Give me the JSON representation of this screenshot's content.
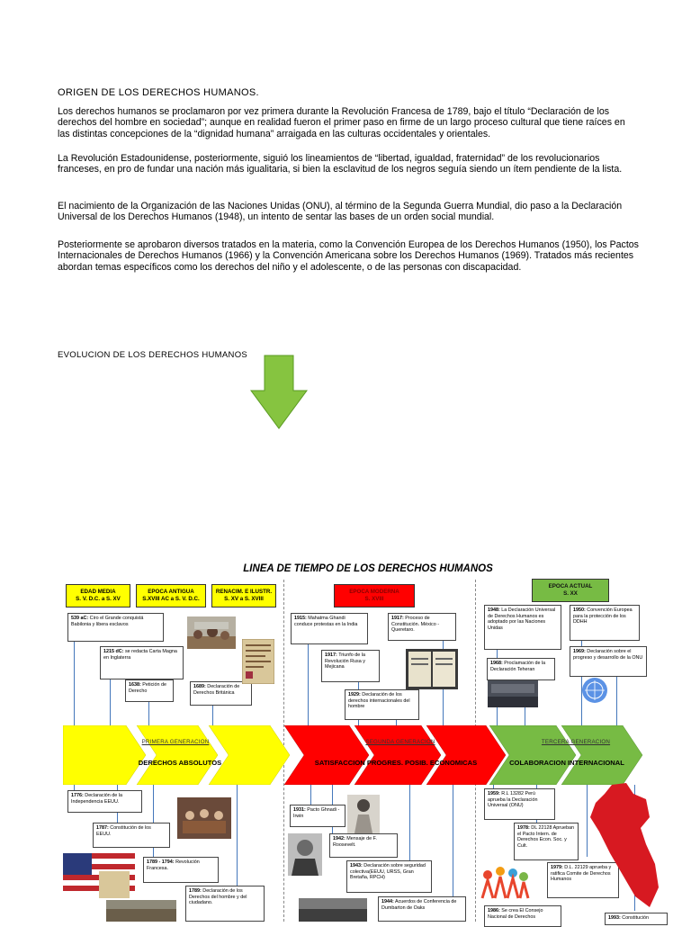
{
  "heading_origin": "ORIGEN DE LOS DERECHOS HUMANOS.",
  "paragraphs": [
    "Los derechos humanos se proclamaron por vez primera durante la Revolución Francesa de 1789, bajo el título “Declaración de los derechos del hombre en sociedad”; aunque en realidad fueron el primer paso en firme de un largo proceso cultural que tiene raíces en las distintas concepciones de la “dignidad humana” arraigada en las culturas occidentales y orientales.",
    "La Revolución Estadounidense, posteriormente, siguió los lineamientos de “libertad, igualdad, fraternidad” de los revolucionarios franceses, en pro de fundar una nación más igualitaria, si bien la esclavitud de los negros seguía siendo un ítem pendiente de la lista.",
    "El nacimiento de la Organización de las Naciones Unidas (ONU), al término de la Segunda Guerra Mundial, dio paso a la Declaración Universal de los Derechos Humanos (1948), un intento de sentar las bases de un orden social mundial.",
    "Posteriormente se aprobaron diversos tratados en la materia, como la Convención Europea de los Derechos Humanos (1950), los Pactos Internacionales de Derechos Humanos (1966) y la Convención Americana sobre los Derechos Humanos (1969). Tratados más recientes abordan temas específicos como los derechos del niño y el adolescente, o de las personas con discapacidad."
  ],
  "heading_evolution": "EVOLUCION DE LOS DERECHOS HUMANOS",
  "timeline": {
    "title": "LINEA  DE TIEMPO DE LOS DERECHOS HUMANOS",
    "eras": {
      "edad_media": [
        "EDAD MEDIA",
        "S. V. D.C. a S. XV"
      ],
      "epoca_antigua": [
        "EPOCA ANTIGUA",
        "S.XVIII AC a S. V. D.C."
      ],
      "renacim": [
        "RENACIM. E ILUSTR.",
        "S. XV a S. XVIII"
      ],
      "moderna": [
        "EPOCA MODERNA",
        "S. XVIII"
      ],
      "actual": [
        "EPOCA ACTUAL",
        "S. XX"
      ]
    },
    "bands": {
      "first_sub": "PRIMERA GENERACION",
      "first": "DERECHOS ABSOLUTOS",
      "second_sub": "SEGUNDA GENERACION",
      "second": "SATISFACCION PROGRES. POSIB. ECONOMICAS",
      "third_sub": "TERCERA GENERACION",
      "third": "COLABORACION INTERNACIONAL"
    },
    "colors": {
      "yellow": "#ffff00",
      "red": "#ff0000",
      "green": "#77bb44"
    },
    "events": {
      "e539": {
        "year": "539 aC:",
        "text": " Ciro el Grande conquistá Babilonia y libera esclavos"
      },
      "e1215": {
        "year": "1215 dC:",
        "text": " se redacta Carta Magna en Inglaterra"
      },
      "e1638": {
        "year": "1638:",
        "text": " Petición de Derecho"
      },
      "e1689": {
        "year": "1689:",
        "text": " Declaración de Derechos Británica"
      },
      "e1915": {
        "year": "1915:",
        "text": " Mahatma Ghandi conduce protestas en la India"
      },
      "e1917a": {
        "year": "1917:",
        "text": " Proceso de Constitución. México - Queretaro."
      },
      "e1917b": {
        "year": "1917:",
        "text": " Triunfo de la Revolución Rusa y Mejicana"
      },
      "e1929": {
        "year": "1929:",
        "text": " Declaración de los derechos internacionales del hombre"
      },
      "e1948": {
        "year": "1948:",
        "text": " La Declaración Universal de Derechos Humanos es adoptado por las Naciones Unidas"
      },
      "e1950": {
        "year": "1950:",
        "text": " Convención Europea para la protección de los DDHH"
      },
      "e1968": {
        "year": "1968:",
        "text": " Proclamación de la Declaración Teheran"
      },
      "e1969": {
        "year": "1969:",
        "text": " Declaración sobre el progreso y desarrollo de la ONU"
      },
      "e1776": {
        "year": "1776:",
        "text": " Declaración de la Independencia EEUU."
      },
      "e1787": {
        "year": "1787:",
        "text": " Constitución de los EEUU."
      },
      "e1789a": {
        "year": "1789 - 1794:",
        "text": " Revolución Francesa."
      },
      "e1789b": {
        "year": "1789:",
        "text": " Declaración de los Derechos del hombre y del ciudadano."
      },
      "e1931": {
        "year": "1931:",
        "text": " Pacto Ghnadi - Irwin"
      },
      "e1942": {
        "year": "1942:",
        "text": " Mensaje de F. Roosevelt."
      },
      "e1943": {
        "year": "1943:",
        "text": " Declaración sobre seguridad colectiva(EEUU, URSS, Gran Bretaña, RPCH)"
      },
      "e1944": {
        "year": "1944:",
        "text": " Acuerdos de Conferencia de Dumbarton de Oaks"
      },
      "e1959": {
        "year": "1959:",
        "text": " R.L 13282 Perú aprueba la Declaración Universal (ONU)"
      },
      "e1978": {
        "year": "1978:",
        "text": " DL 22128 Aprueban el Pacto Intern. de Derechos Econ. Soc. y Cult."
      },
      "e1979": {
        "year": "1979:",
        "text": " D.L. 22129 aprueba y ratifica Comite de Derechos Humanos"
      },
      "e1986": {
        "year": "1986:",
        "text": " Se crea El Consejo Nacional de Derechos"
      },
      "e1993": {
        "year": "1993:",
        "text": " Constitución"
      }
    }
  }
}
